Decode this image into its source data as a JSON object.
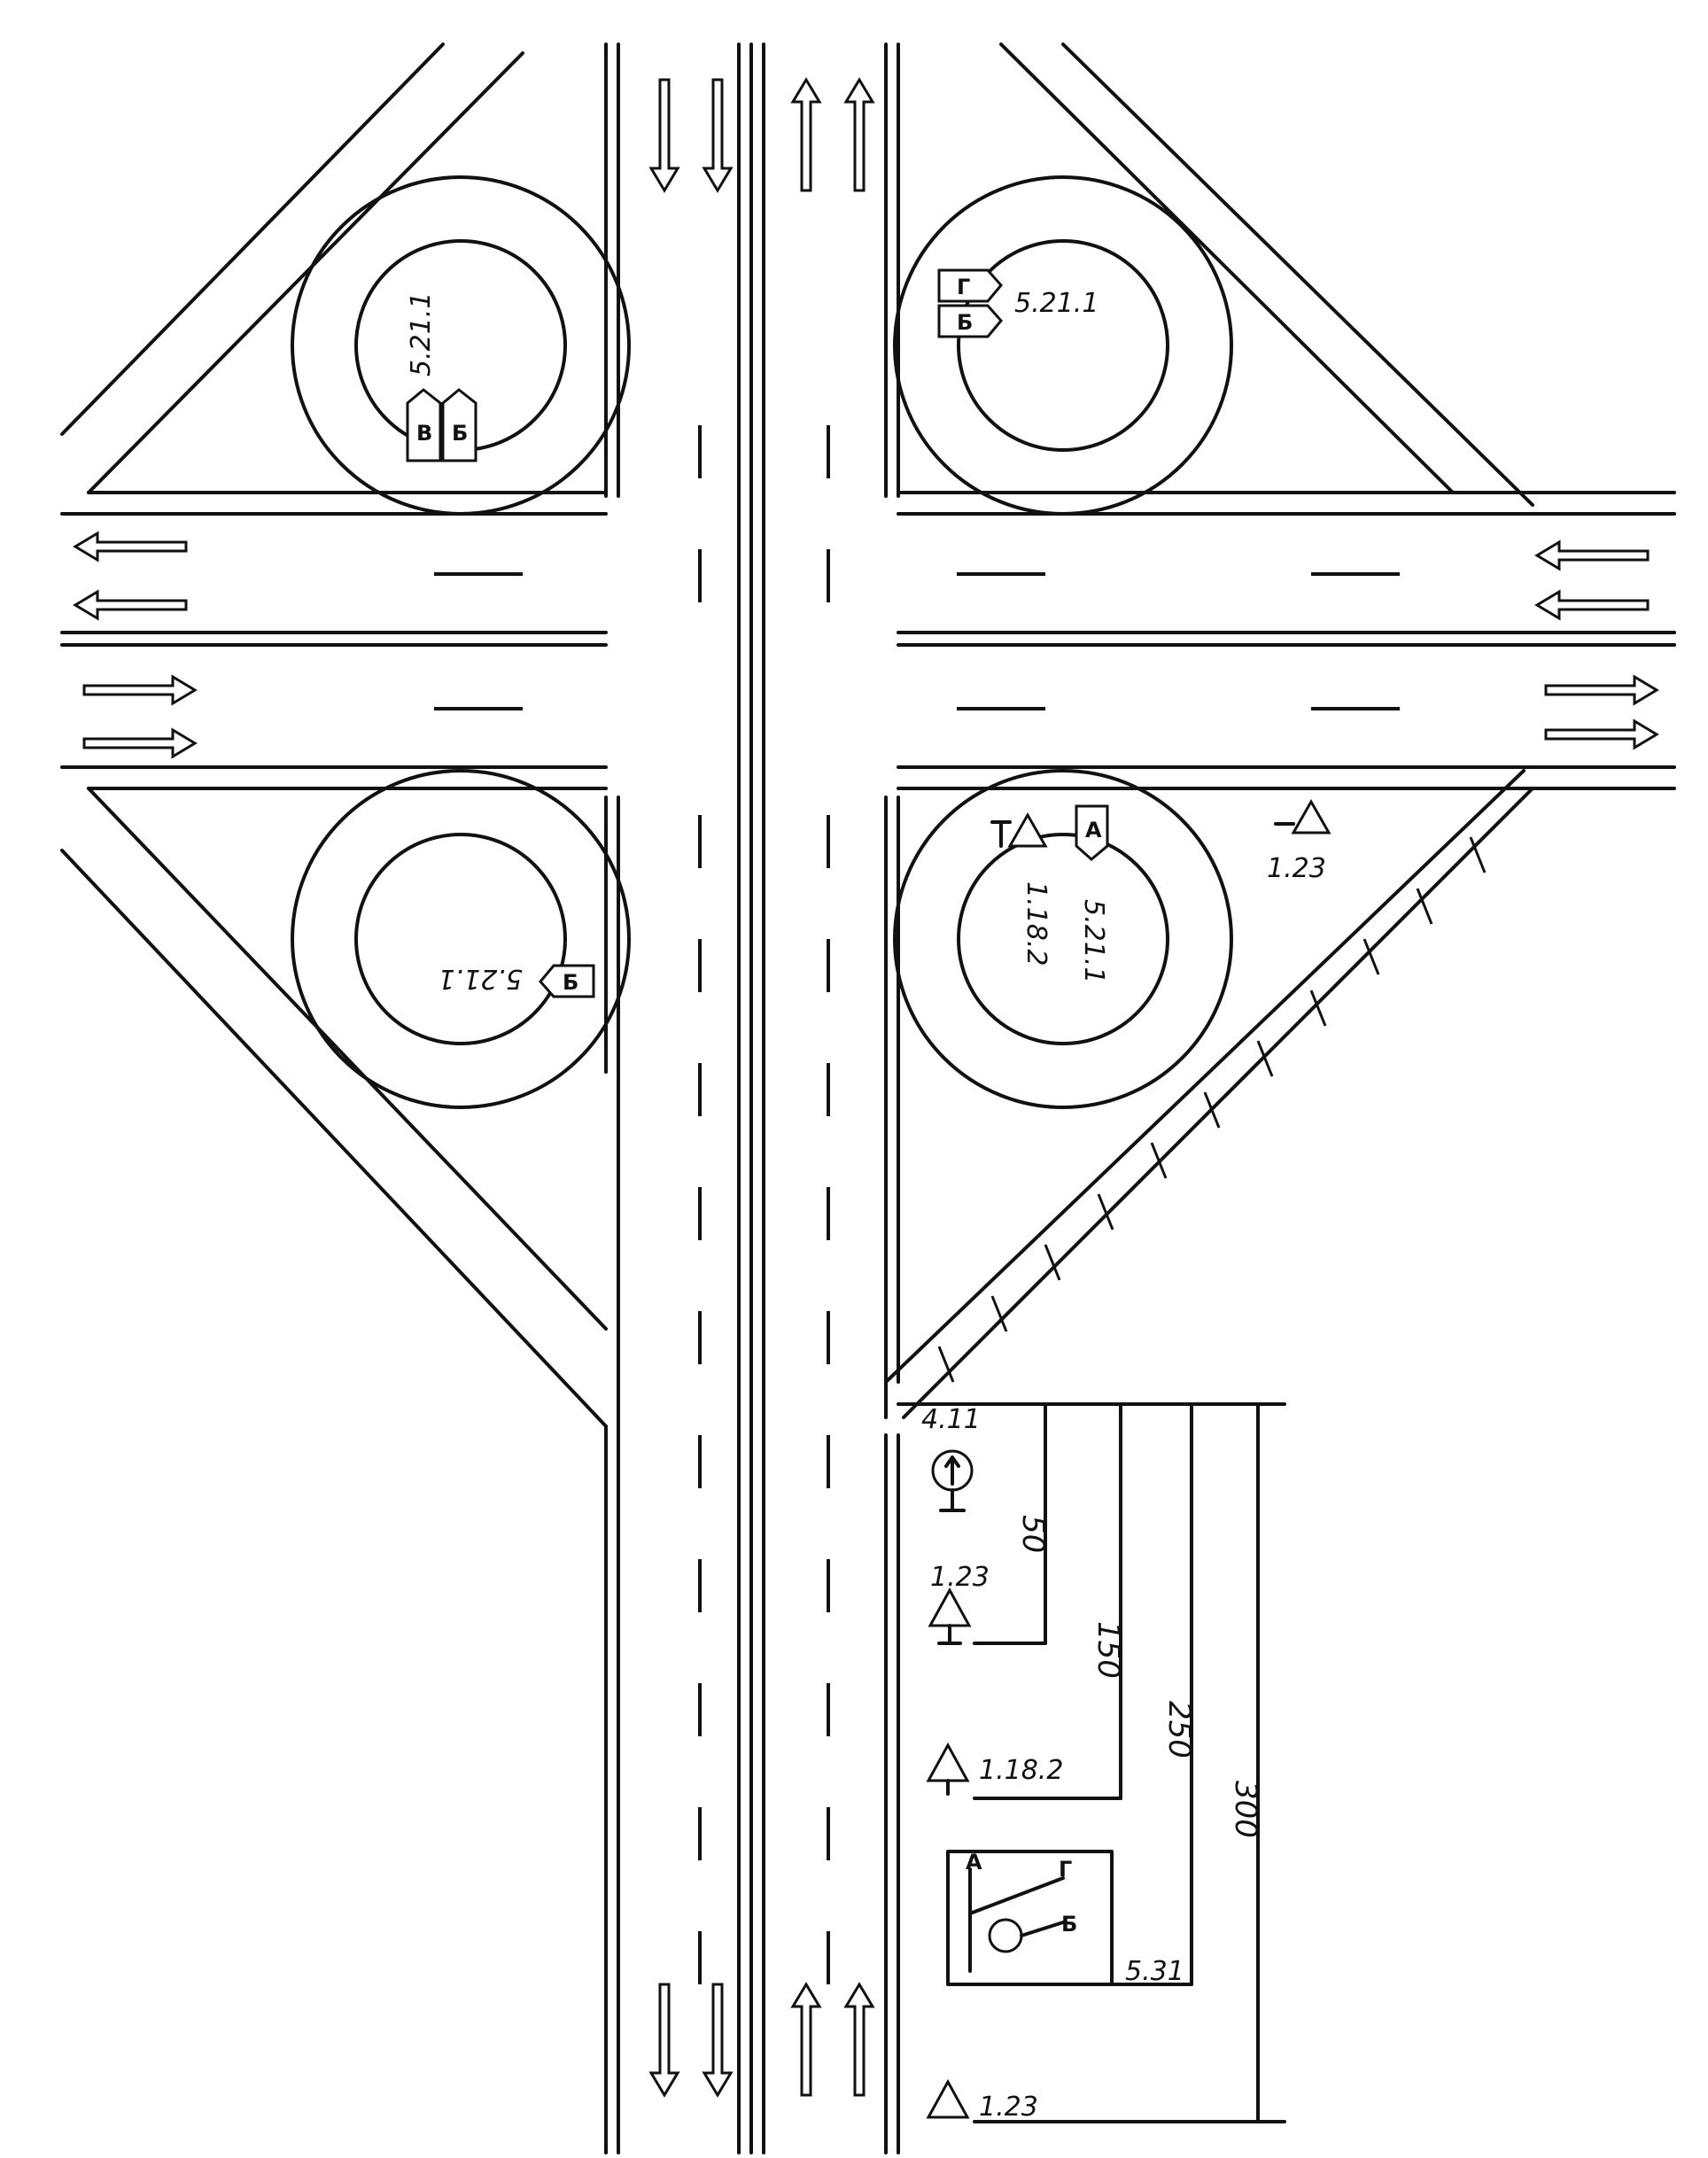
{
  "colors": {
    "ink": "#111111",
    "paper": "#ffffff"
  },
  "sign_labels": {
    "s5211_upper_left": "5.21.1",
    "s5211_upper_right": "5.21.1",
    "s5211_lower_left": "5.21.1",
    "s5211_lower_right": "5.21.1",
    "s1182_ramp": "1.18.2",
    "s123_ramp": "1.23",
    "s411": "4.11",
    "s123_approach": "1.23",
    "s1182_approach": "1.18.2",
    "s531": "5.31",
    "s123_bottom": "1.23"
  },
  "sign_letters": {
    "upper_left": [
      "В",
      "Б"
    ],
    "upper_right": [
      "Г",
      "Б"
    ],
    "lower_left": "Б",
    "lower_right": "А",
    "board": {
      "a": "А",
      "g": "Г",
      "b": "Б"
    }
  },
  "dimensions": {
    "d50": "50",
    "d150": "150",
    "d250": "250",
    "d300": "300"
  },
  "icons": [
    "triangle-warning-icon",
    "round-mandatory-arrow-icon",
    "direction-arrow-icon",
    "route-board-icon"
  ]
}
